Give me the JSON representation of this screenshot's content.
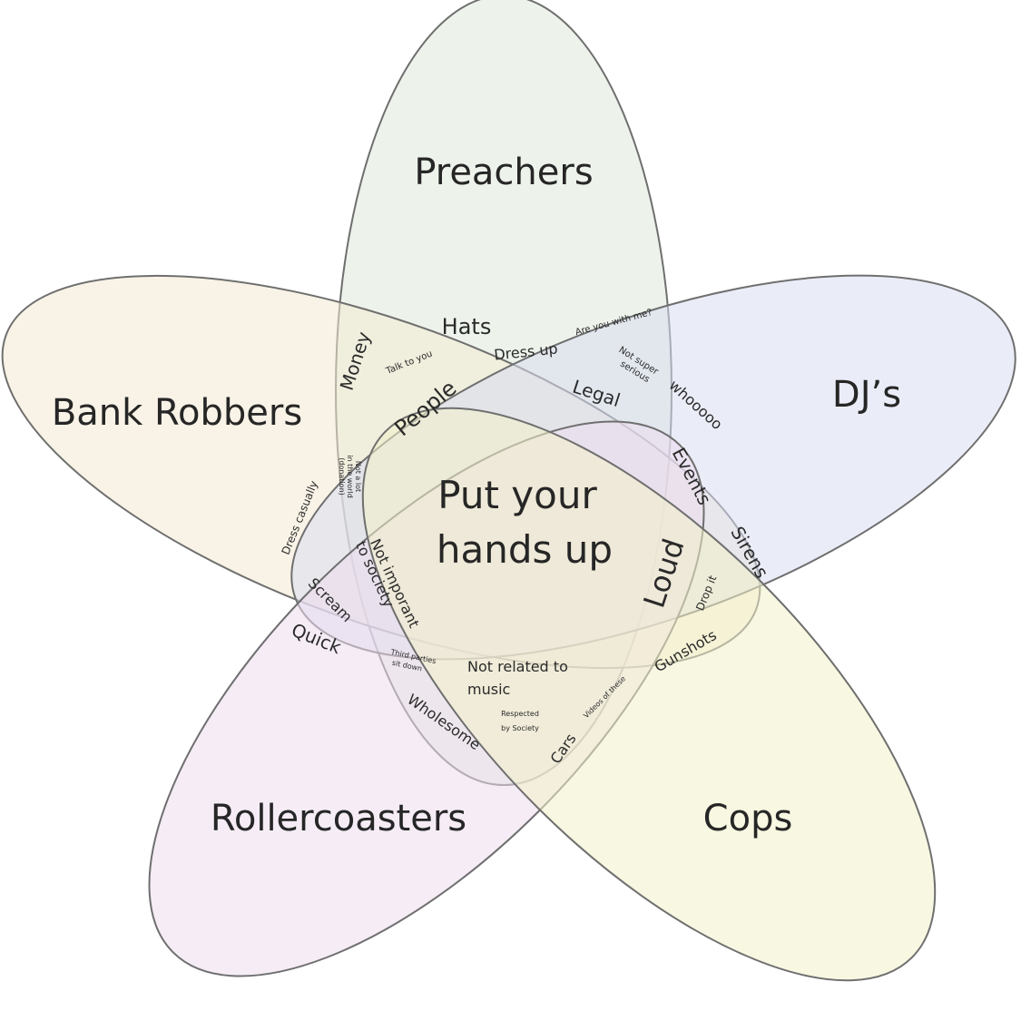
{
  "sets": [
    {
      "label": "Preachers",
      "color": "#dfe9da"
    },
    {
      "label": "DJ’s",
      "color": "#d9dcf0"
    },
    {
      "label": "Cops",
      "color": "#f3f0c8"
    },
    {
      "label": "Rollercoasters",
      "color": "#ecdcef"
    },
    {
      "label": "Bank Robbers",
      "color": "#f3e9d2"
    }
  ],
  "center": {
    "line1": "Put your",
    "line2": "hands up"
  },
  "regions": {
    "hats": "Hats",
    "money": "Money",
    "talk_to_you": "Talk to you",
    "dress_up": "Dress up",
    "are_you_with_me": "Are you with me?",
    "people": "People",
    "legal": "Legal",
    "not_super_serious_1": "Not super",
    "not_super_serious_2": "serious",
    "whooooo": "whooooo",
    "events": "Events",
    "sirens": "Sirens",
    "loud": "Loud",
    "drop_it": "Drop it",
    "gunshots": "Gunshots",
    "dress_casually": "Dress casually",
    "not_a_lot_1": "Not a lot",
    "not_a_lot_2": "in the world",
    "not_a_lot_3": "(donation)",
    "not_imporant_1": "Not imporant",
    "not_imporant_2": "to society",
    "scream": "Scream",
    "quick": "Quick",
    "third_parties_1": "Third parties",
    "third_parties_2": "sit down",
    "not_related_1": "Not related to",
    "not_related_2": "music",
    "respected_1": "Respected",
    "respected_2": "by Society",
    "wholesome": "Wholesome",
    "cars": "Cars",
    "videos_of_these": "Videos of these"
  }
}
